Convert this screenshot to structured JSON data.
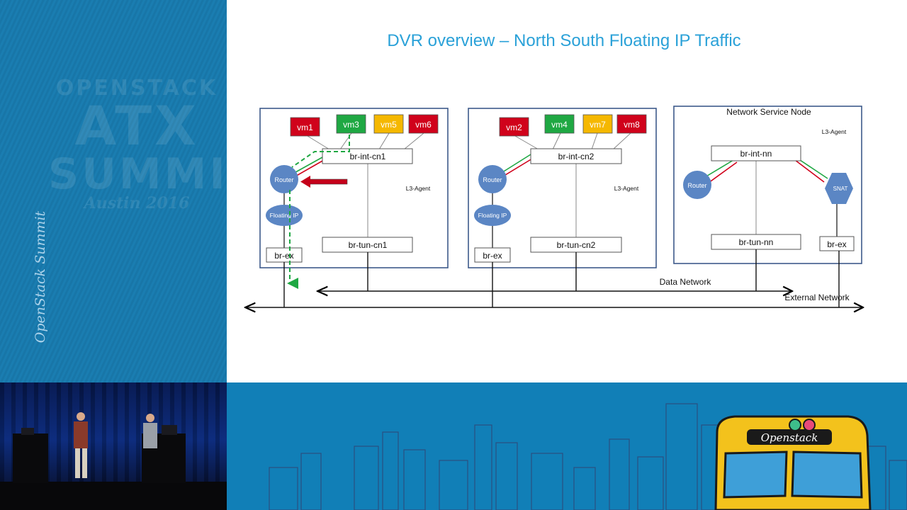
{
  "slide": {
    "title": "DVR overview – North South Floating IP Traffic"
  },
  "event_branding": {
    "openstack": "OPENSTACK",
    "atx": "ATX",
    "summit": "SUMMIT",
    "city": "Austin 2016",
    "side_text": "OpenStack Summit",
    "bus_label": "Openstack"
  },
  "diagram": {
    "compute_node_1": {
      "vms": [
        {
          "label": "vm1",
          "color": "#d0021b"
        },
        {
          "label": "vm3",
          "color": "#1fa843"
        },
        {
          "label": "vm5",
          "color": "#f5b800"
        },
        {
          "label": "vm6",
          "color": "#d0021b"
        }
      ],
      "br_int": "br-int-cn1",
      "br_tun": "br-tun-cn1",
      "br_ex": "br-ex",
      "router": "Router",
      "floating_ip": "Floating IP",
      "agent": "L3-Agent"
    },
    "compute_node_2": {
      "vms": [
        {
          "label": "vm2",
          "color": "#d0021b"
        },
        {
          "label": "vm4",
          "color": "#1fa843"
        },
        {
          "label": "vm7",
          "color": "#f5b800"
        },
        {
          "label": "vm8",
          "color": "#d0021b"
        }
      ],
      "br_int": "br-int-cn2",
      "br_tun": "br-tun-cn2",
      "br_ex": "br-ex",
      "router": "Router",
      "floating_ip": "Floating IP",
      "agent": "L3-Agent"
    },
    "network_node": {
      "title": "Network Service Node",
      "agent": "L3-Agent",
      "br_int": "br-int-nn",
      "br_tun": "br-tun-nn",
      "br_ex": "br-ex",
      "router": "Router",
      "snat": "SNAT"
    },
    "data_network": "Data Network",
    "external_network": "External Network",
    "colors": {
      "box_border": "#3d5a8a",
      "node_fill": "#5b86c4",
      "green": "#1fa843",
      "red": "#d0021b",
      "title": "#2aa1d8"
    }
  }
}
